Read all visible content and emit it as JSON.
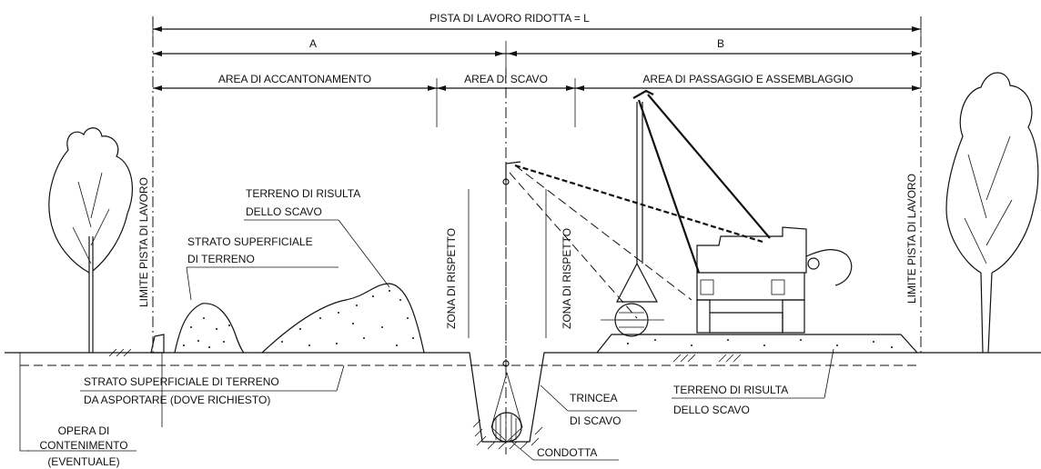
{
  "dimensions": {
    "total": "PISTA DI LAVORO RIDOTTA = L",
    "part_a": "A",
    "part_b": "B"
  },
  "areas": {
    "accantonamento": "AREA DI ACCANTONAMENTO",
    "scavo": "AREA DI SCAVO",
    "passaggio": "AREA DI PASSAGGIO E ASSEMBLAGGIO"
  },
  "vertical_labels": {
    "limite_left": "LIMITE PISTA DI LAVORO",
    "limite_right": "LIMITE PISTA DI LAVORO",
    "rispetto_left": "ZONA DI RISPETTO",
    "rispetto_right": "ZONA DI RISPETTO"
  },
  "callouts": {
    "terreno_risulta_top_1": "TERRENO DI RISULTA",
    "terreno_risulta_top_2": "DELLO SCAVO",
    "strato_superficiale_1": "STRATO SUPERFICIALE",
    "strato_superficiale_2": "DI TERRENO",
    "strato_asportare_1": "STRATO SUPERFICIALE DI TERRENO",
    "strato_asportare_2": "DA ASPORTARE (DOVE RICHIESTO)",
    "opera_1": "OPERA DI",
    "opera_2": "CONTENIMENTO",
    "opera_3": "(EVENTUALE)",
    "trincea_1": "TRINCEA",
    "trincea_2": "DI SCAVO",
    "condotta": "CONDOTTA",
    "terreno_risulta_bottom_1": "TERRENO DI RISULTA",
    "terreno_risulta_bottom_2": "DELLO SCAVO"
  },
  "icons": [
    "tree-left-icon",
    "tree-right-icon",
    "pipelayer-icon",
    "pipe-icon"
  ]
}
